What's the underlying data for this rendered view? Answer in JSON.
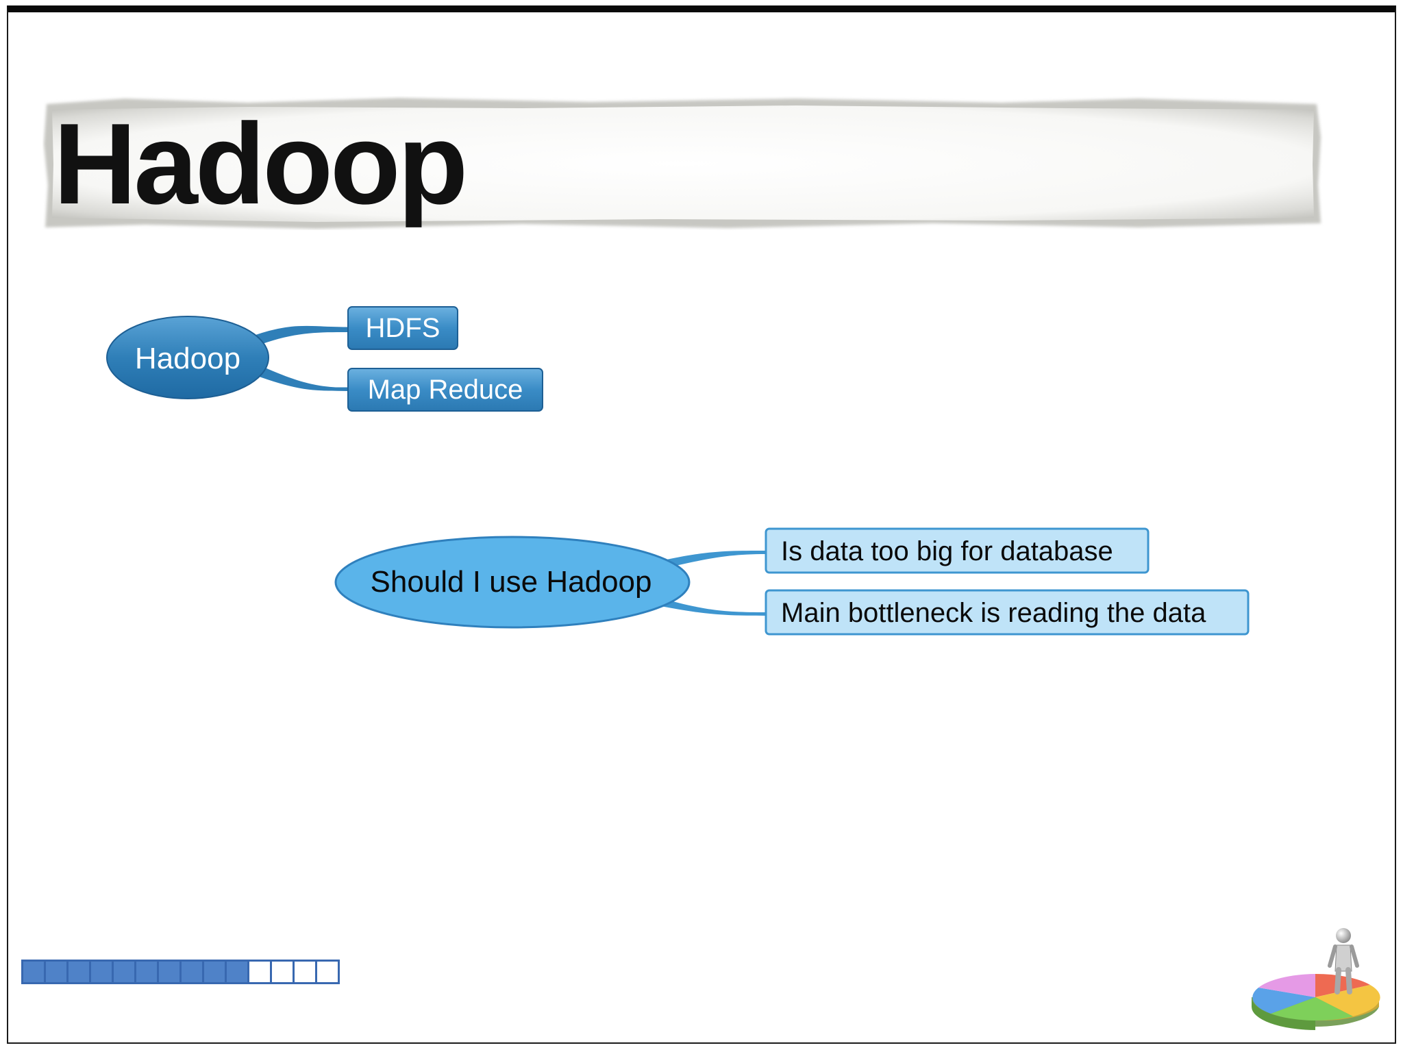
{
  "slide": {
    "title": "Hadoop"
  },
  "mindmaps": [
    {
      "root": "Hadoop",
      "children": [
        "HDFS",
        "Map Reduce"
      ]
    },
    {
      "root": "Should I use Hadoop",
      "children": [
        "Is data too big for database",
        "Main bottleneck is reading the data"
      ]
    }
  ],
  "progress": {
    "total": 14,
    "filled": 10
  },
  "colors": {
    "dark_node": "#2f7fb8",
    "light_node": "#5ab4ea",
    "light_box": "#bfe3f8",
    "progress_fill": "#4f82c8"
  },
  "icons": {
    "corner_graphic": "pie-chart-with-figure-icon"
  }
}
